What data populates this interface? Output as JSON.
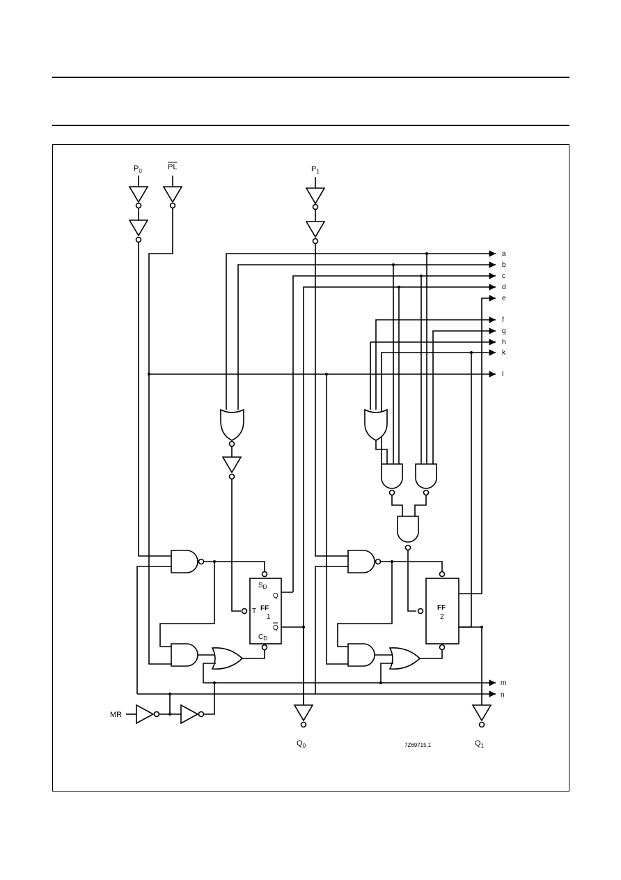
{
  "page": {
    "header_rule_count": 2
  },
  "inputs": {
    "p0": {
      "main": "P",
      "sub": "0"
    },
    "pl": {
      "main": "PL",
      "overline": true
    },
    "p1": {
      "main": "P",
      "sub": "1"
    },
    "mr": {
      "main": "MR"
    }
  },
  "outputs": {
    "q0": {
      "main": "Q",
      "sub": "0"
    },
    "q1": {
      "main": "Q",
      "sub": "1"
    }
  },
  "flipflops": {
    "ff1": {
      "title": "FF",
      "num": "1",
      "sd": "S",
      "sd_sub": "D",
      "q": "Q",
      "t": "T",
      "qbar": "Q",
      "cd": "C",
      "cd_sub": "D"
    },
    "ff2": {
      "title": "FF",
      "num": "2"
    }
  },
  "bus_labels": [
    "a",
    "b",
    "c",
    "d",
    "e",
    "f",
    "g",
    "h",
    "k",
    "l",
    "m",
    "n"
  ],
  "figure_code": "7Z69715.1"
}
